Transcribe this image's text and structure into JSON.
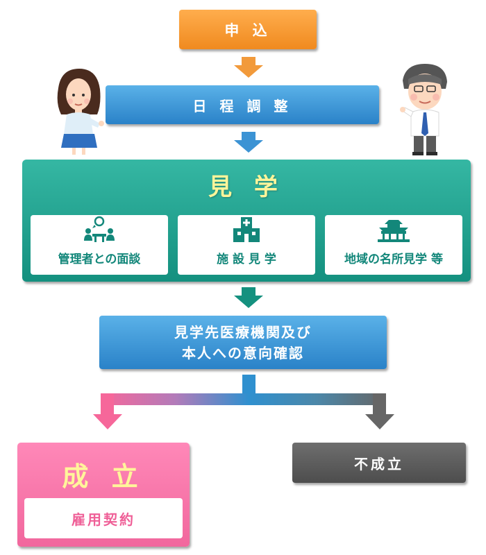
{
  "flow": {
    "apply": "申 込",
    "schedule": "日 程 調 整",
    "visit": {
      "title": "見 学",
      "items": [
        {
          "label": "管理者との面談",
          "icon": "meeting-icon"
        },
        {
          "label": "施 設 見 学",
          "icon": "hospital-icon"
        },
        {
          "label": "地域の名所見学 等",
          "icon": "temple-icon"
        }
      ]
    },
    "confirm": {
      "line1": "見学先医療機関及び",
      "line2": "本人への意向確認"
    },
    "success": {
      "title": "成 立",
      "sub": "雇用契約"
    },
    "failure": "不成立"
  },
  "colors": {
    "orange": "#f08a1f",
    "blue": "#2a82c8",
    "teal": "#14907f",
    "pink": "#f1679d",
    "gray": "#555555"
  }
}
